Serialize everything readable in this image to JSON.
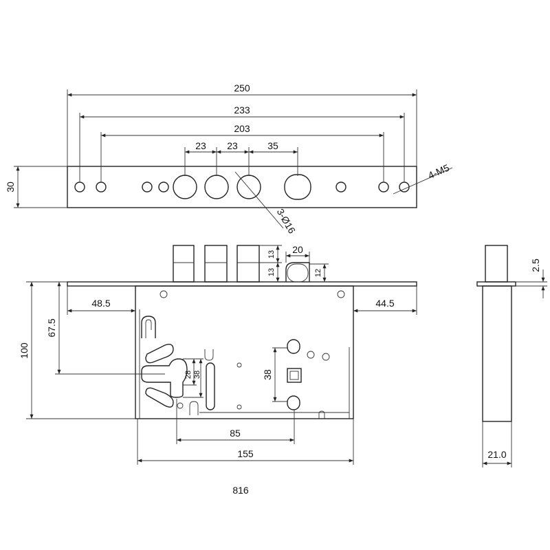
{
  "dims": {
    "d250": "250",
    "d233": "233",
    "d203": "203",
    "d23a": "23",
    "d23b": "23",
    "d35": "35",
    "d30": "30",
    "m5": "4-M5",
    "holes": "3-Ø16",
    "d13a": "13",
    "d13b": "13",
    "d20": "20",
    "d12": "12",
    "d48_5": "48.5",
    "d44_5": "44.5",
    "d67_5": "67.5",
    "d100": "100",
    "d28": "28",
    "d38s": "38",
    "d38": "38",
    "d85": "85",
    "d155": "155",
    "d2_5": "2.5",
    "d21": "21.0"
  },
  "model": "816"
}
